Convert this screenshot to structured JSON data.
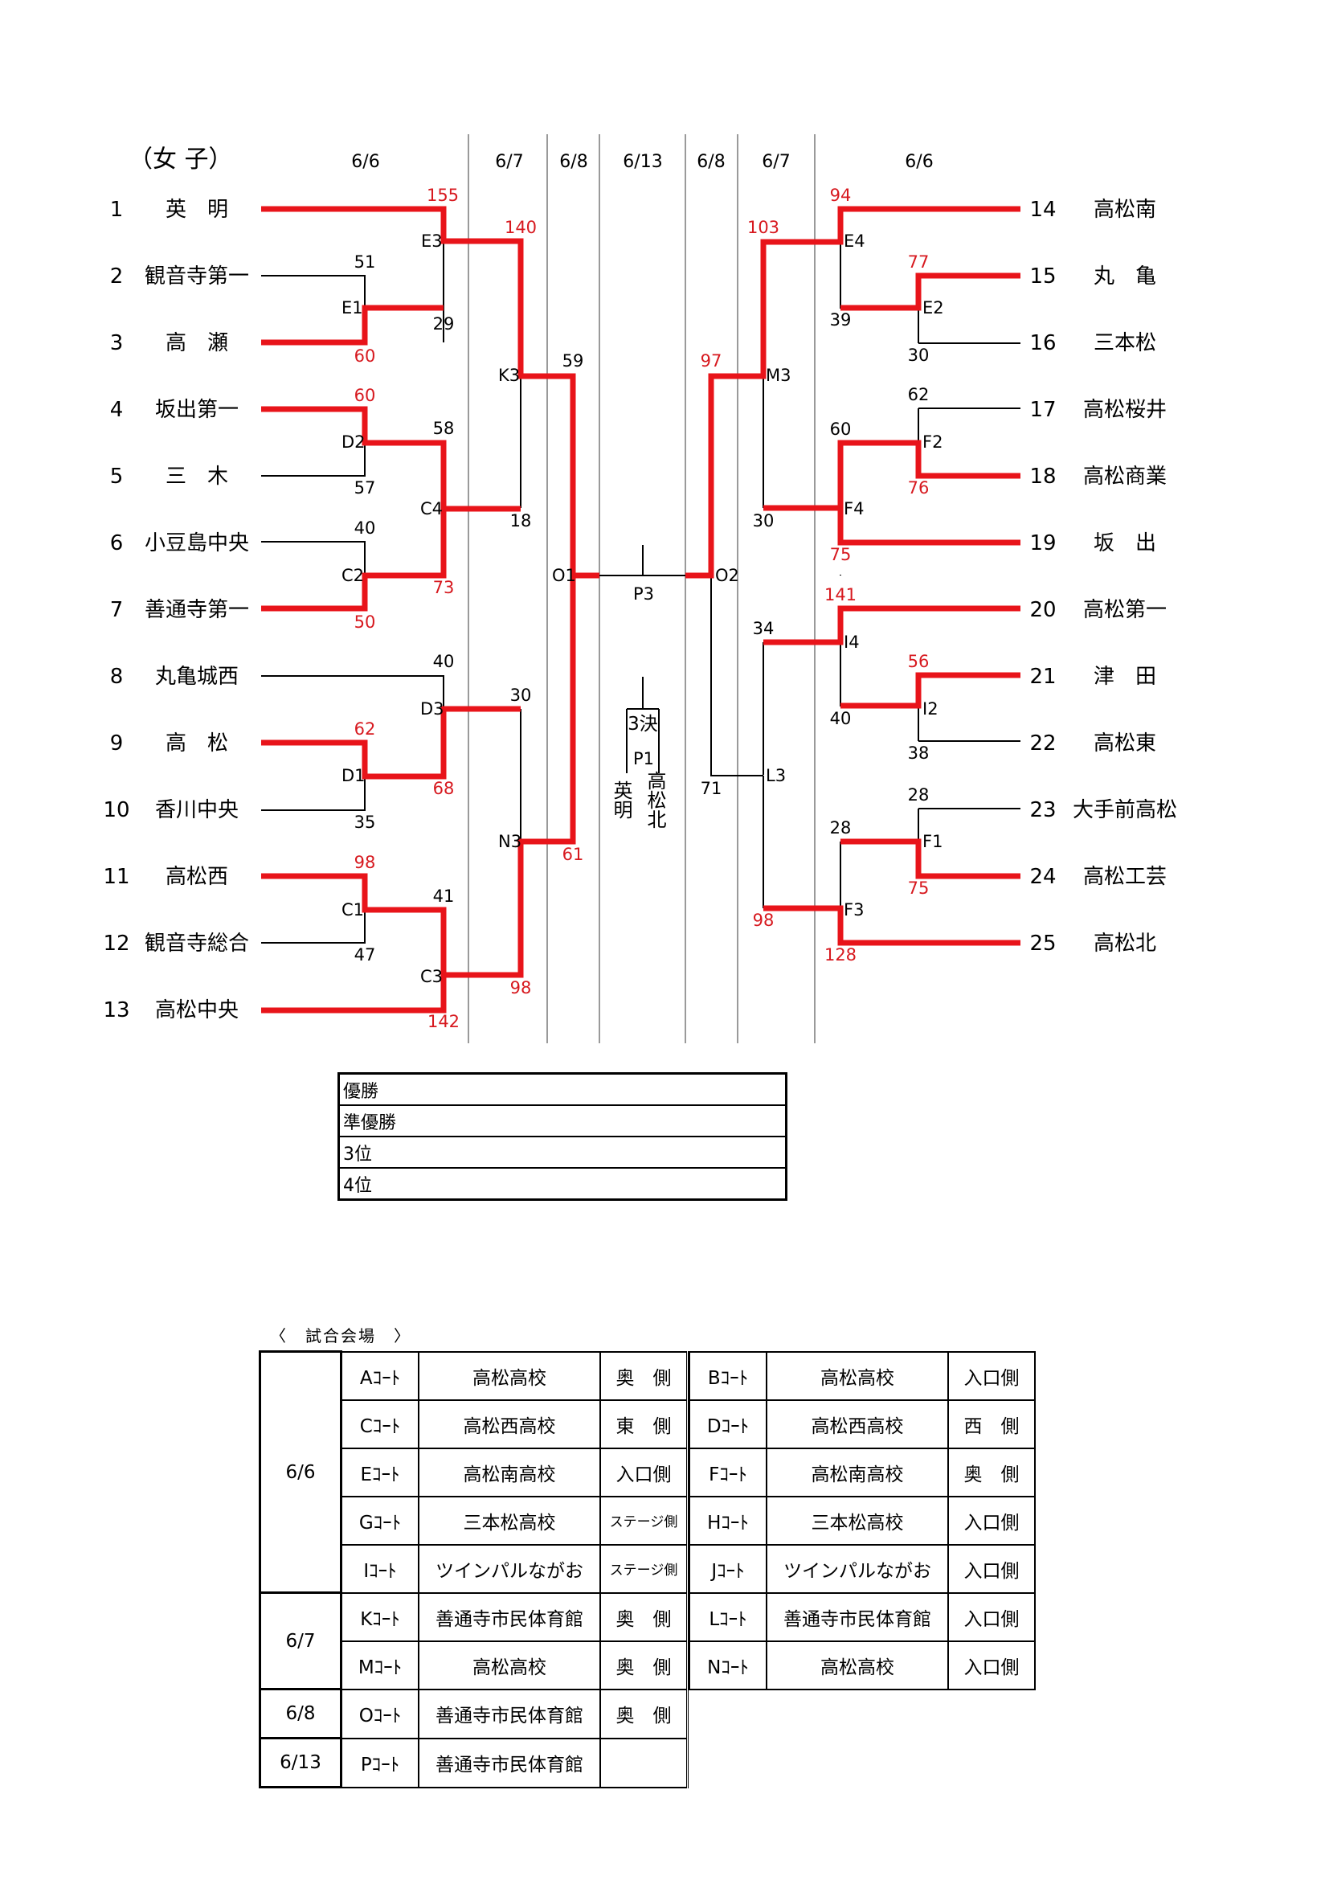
{
  "title": "（女 子）",
  "dates_left": [
    "6/6",
    "6/7",
    "6/8"
  ],
  "date_final": "6/13",
  "dates_right": [
    "6/8",
    "6/7",
    "6/6"
  ],
  "left_teams": [
    {
      "num": "1",
      "name": "英　明"
    },
    {
      "num": "2",
      "name": "観音寺第一"
    },
    {
      "num": "3",
      "name": "高　瀬"
    },
    {
      "num": "4",
      "name": "坂出第一"
    },
    {
      "num": "5",
      "name": "三　木"
    },
    {
      "num": "6",
      "name": "小豆島中央"
    },
    {
      "num": "7",
      "name": "善通寺第一"
    },
    {
      "num": "8",
      "name": "丸亀城西"
    },
    {
      "num": "9",
      "name": "高　松"
    },
    {
      "num": "10",
      "name": "香川中央"
    },
    {
      "num": "11",
      "name": "高松西"
    },
    {
      "num": "12",
      "name": "観音寺総合"
    },
    {
      "num": "13",
      "name": "高松中央"
    }
  ],
  "right_teams": [
    {
      "num": "14",
      "name": "高松南"
    },
    {
      "num": "15",
      "name": "丸　亀"
    },
    {
      "num": "16",
      "name": "三本松"
    },
    {
      "num": "17",
      "name": "高松桜井"
    },
    {
      "num": "18",
      "name": "高松商業"
    },
    {
      "num": "19",
      "name": "坂　出"
    },
    {
      "num": "20",
      "name": "高松第一"
    },
    {
      "num": "21",
      "name": "津　田"
    },
    {
      "num": "22",
      "name": "高松東"
    },
    {
      "num": "23",
      "name": "大手前高松"
    },
    {
      "num": "24",
      "name": "高松工芸"
    },
    {
      "num": "25",
      "name": "高松北"
    }
  ],
  "match_labels": [
    "E3",
    "E1",
    "K3",
    "D2",
    "C4",
    "C2",
    "D3",
    "D1",
    "N3",
    "C1",
    "C3",
    "O1",
    "P3",
    "P1",
    "O2",
    "E4",
    "E2",
    "M3",
    "F2",
    "F4",
    "I4",
    "I2",
    "L3",
    "F1",
    "F3"
  ],
  "scores_red": [
    "155",
    "60",
    "140",
    "60",
    "73",
    "50",
    "62",
    "68",
    "98",
    "98",
    "142",
    "61",
    "97",
    "94",
    "77",
    "103",
    "76",
    "75",
    "141",
    "56",
    "98",
    "75",
    "128"
  ],
  "scores_black": [
    "51",
    "29",
    "59",
    "58",
    "57",
    "40",
    "18",
    "40",
    "30",
    "35",
    "41",
    "47",
    "39",
    "30",
    "62",
    "60",
    "30",
    "34",
    "40",
    "38",
    "71",
    "28",
    "28"
  ],
  "third_place": {
    "label": "3決",
    "team_left": "英明",
    "team_right": "高松北"
  },
  "results": [
    "優勝",
    "準優勝",
    "3位",
    "4位"
  ],
  "venue_title": "〈　試合会場　〉",
  "venue_rows": [
    {
      "date": "6/6",
      "left": {
        "court": "Aｺｰﾄ",
        "place": "高松高校",
        "side": "奥　側"
      },
      "right": {
        "court": "Bｺｰﾄ",
        "place": "高松高校",
        "side": "入口側"
      }
    },
    {
      "date": "",
      "left": {
        "court": "Cｺｰﾄ",
        "place": "高松西高校",
        "side": "東　側"
      },
      "right": {
        "court": "Dｺｰﾄ",
        "place": "高松西高校",
        "side": "西　側"
      }
    },
    {
      "date": "",
      "left": {
        "court": "Eｺｰﾄ",
        "place": "高松南高校",
        "side": "入口側"
      },
      "right": {
        "court": "Fｺｰﾄ",
        "place": "高松南高校",
        "side": "奥　側"
      }
    },
    {
      "date": "",
      "left": {
        "court": "Gｺｰﾄ",
        "place": "三本松高校",
        "side": "ステージ側"
      },
      "right": {
        "court": "Hｺｰﾄ",
        "place": "三本松高校",
        "side": "入口側"
      }
    },
    {
      "date": "",
      "left": {
        "court": "Iｺｰﾄ",
        "place": "ツインパルながお",
        "side": "ステージ側"
      },
      "right": {
        "court": "Jｺｰﾄ",
        "place": "ツインパルながお",
        "side": "入口側"
      }
    },
    {
      "date": "6/7",
      "left": {
        "court": "Kｺｰﾄ",
        "place": "善通寺市民体育館",
        "side": "奥　側"
      },
      "right": {
        "court": "Lｺｰﾄ",
        "place": "善通寺市民体育館",
        "side": "入口側"
      }
    },
    {
      "date": "",
      "left": {
        "court": "Mｺｰﾄ",
        "place": "高松高校",
        "side": "奥　側"
      },
      "right": {
        "court": "Nｺｰﾄ",
        "place": "高松高校",
        "side": "入口側"
      }
    },
    {
      "date": "6/8",
      "left": {
        "court": "Oｺｰﾄ",
        "place": "善通寺市民体育館",
        "side": "奥　側"
      },
      "right": null
    },
    {
      "date": "6/13",
      "left": {
        "court": "Pｺｰﾄ",
        "place": "善通寺市民体育館",
        "side": ""
      },
      "right": null
    }
  ],
  "colors": {
    "win_line": "#e8141a",
    "win_score": "#d7191f",
    "line": "#000000",
    "divider": "#9a9a9a"
  }
}
